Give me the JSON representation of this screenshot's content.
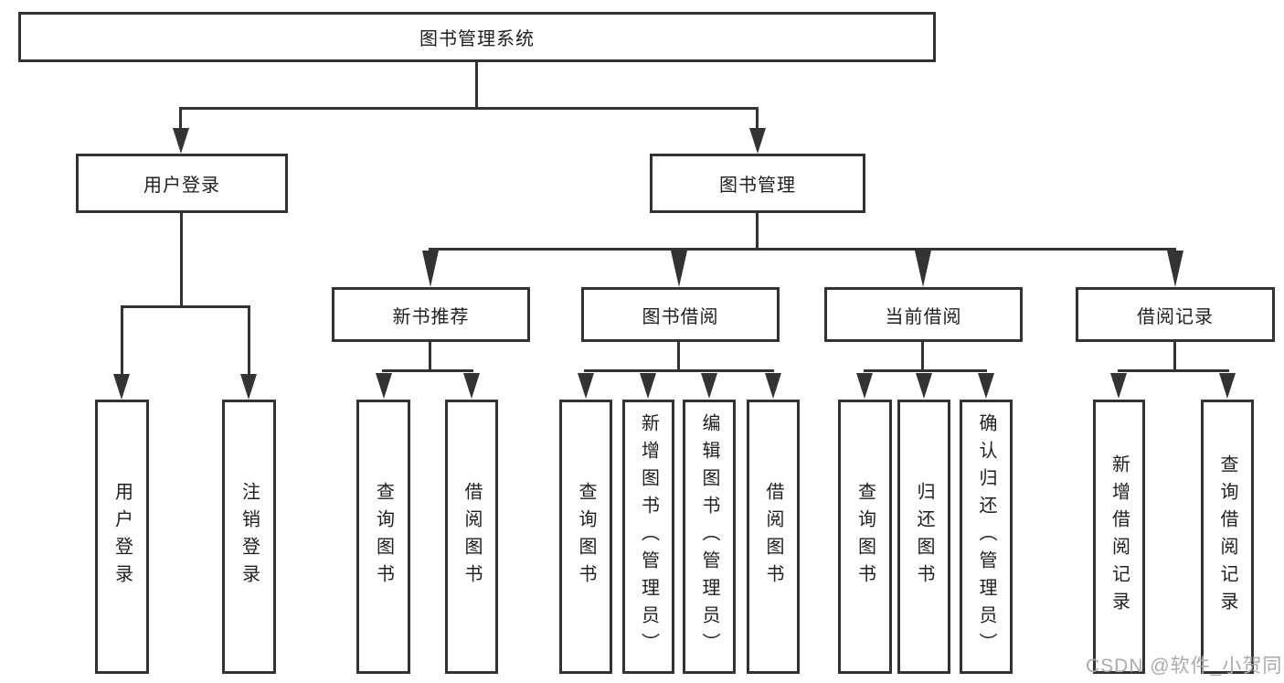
{
  "tree": {
    "root": "图书管理系统",
    "branches": [
      {
        "label": "用户登录",
        "children": [
          "用户登录",
          "注销登录"
        ]
      },
      {
        "label": "图书管理",
        "groups": [
          {
            "label": "新书推荐",
            "children": [
              "查询图书",
              "借阅图书"
            ]
          },
          {
            "label": "图书借阅",
            "children": [
              "查询图书",
              "新增图书（管理员）",
              "编辑图书（管理员）",
              "借阅图书"
            ]
          },
          {
            "label": "当前借阅",
            "children": [
              "查询图书",
              "归还图书",
              "确认归还（管理员）"
            ]
          },
          {
            "label": "借阅记录",
            "children": [
              "新增借阅记录",
              "查询借阅记录"
            ]
          }
        ]
      }
    ]
  },
  "watermark": "CSDN @软件_小贺同学",
  "colors": {
    "line": "#333333",
    "box_background": "#ffffff",
    "text": "#1f1f1f",
    "watermark": "#ababab"
  }
}
